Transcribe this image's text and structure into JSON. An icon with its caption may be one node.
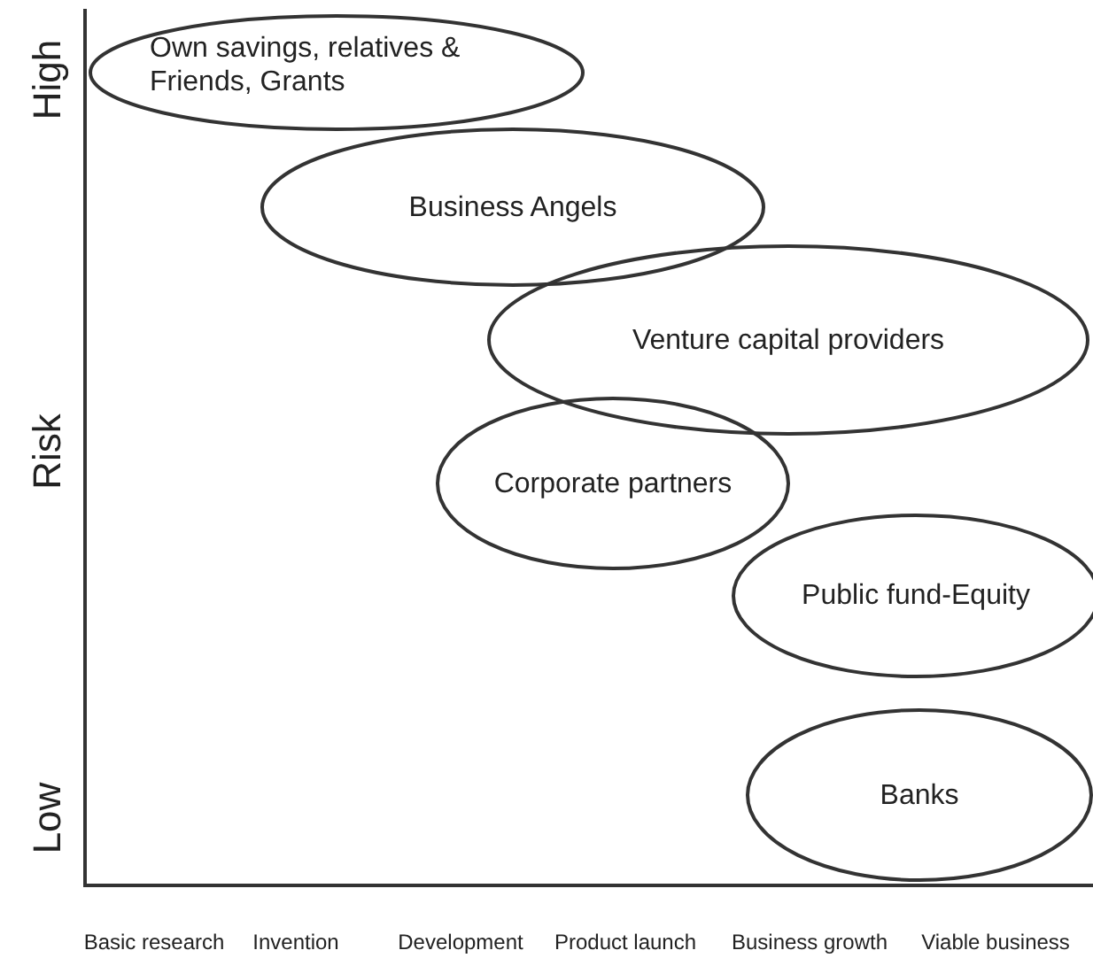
{
  "diagram": {
    "nodes": [
      {
        "text": [
          "Own savings, relatives & Friends, Grants"
        ]
      },
      {
        "text": [
          "Business Angels"
        ]
      },
      {
        "text": [
          "Venture capital providers"
        ]
      },
      {
        "text": [
          "Corporate partners"
        ]
      },
      {
        "text": [
          "Public fund-Equity"
        ]
      },
      {
        "text": [
          "Banks"
        ]
      }
    ],
    "edges": [],
    "labels": [
      "High",
      "Risk",
      "Low",
      "Basic research",
      "Invention",
      "Development",
      "Product launch",
      "Business growth",
      "Viable business"
    ]
  }
}
